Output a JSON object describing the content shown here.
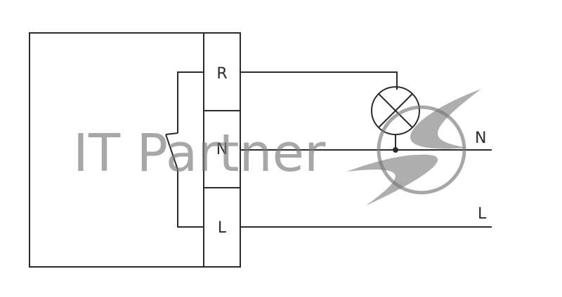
{
  "diagram": {
    "terminals": {
      "r_label": "R",
      "n_label": "N",
      "l_label": "L"
    },
    "lines": {
      "neutral_label": "N",
      "live_label": "L"
    },
    "watermark": {
      "text": "IT Partner"
    }
  },
  "colors": {
    "line": "#2b2b2b",
    "watermark": "#8a8a8a"
  }
}
